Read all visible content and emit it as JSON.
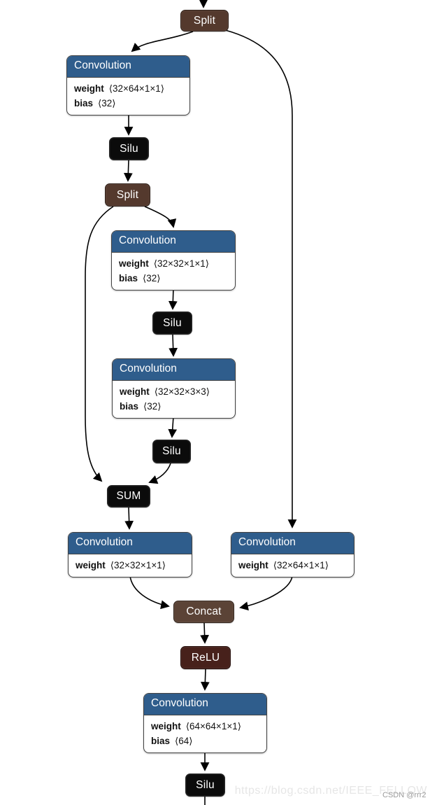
{
  "colors": {
    "conv_header": "#2f5d8c",
    "op_black": "#0b0b0b",
    "split_brown": "#54392d",
    "concat_brown": "#5b4336",
    "relu_maroon": "#47211b",
    "edge": "#000000",
    "background": "#ffffff"
  },
  "nodes": [
    {
      "id": "split-1",
      "label": "Split"
    },
    {
      "id": "conv-1",
      "label": "Convolution",
      "params": [
        {
          "name": "weight",
          "value": "⟨32×64×1×1⟩"
        },
        {
          "name": "bias",
          "value": "⟨32⟩"
        }
      ]
    },
    {
      "id": "silu-1",
      "label": "Silu"
    },
    {
      "id": "split-2",
      "label": "Split"
    },
    {
      "id": "conv-2",
      "label": "Convolution",
      "params": [
        {
          "name": "weight",
          "value": "⟨32×32×1×1⟩"
        },
        {
          "name": "bias",
          "value": "⟨32⟩"
        }
      ]
    },
    {
      "id": "silu-2",
      "label": "Silu"
    },
    {
      "id": "conv-3",
      "label": "Convolution",
      "params": [
        {
          "name": "weight",
          "value": "⟨32×32×3×3⟩"
        },
        {
          "name": "bias",
          "value": "⟨32⟩"
        }
      ]
    },
    {
      "id": "silu-3",
      "label": "Silu"
    },
    {
      "id": "sum-1",
      "label": "SUM"
    },
    {
      "id": "conv-4",
      "label": "Convolution",
      "params": [
        {
          "name": "weight",
          "value": "⟨32×32×1×1⟩"
        }
      ]
    },
    {
      "id": "conv-5",
      "label": "Convolution",
      "params": [
        {
          "name": "weight",
          "value": "⟨32×64×1×1⟩"
        }
      ]
    },
    {
      "id": "concat-1",
      "label": "Concat"
    },
    {
      "id": "relu-1",
      "label": "ReLU"
    },
    {
      "id": "conv-6",
      "label": "Convolution",
      "params": [
        {
          "name": "weight",
          "value": "⟨64×64×1×1⟩"
        },
        {
          "name": "bias",
          "value": "⟨64⟩"
        }
      ]
    },
    {
      "id": "silu-4",
      "label": "Silu"
    }
  ],
  "watermark": {
    "url_text": "https://blog.csdn.net/IEEE_FELLOW",
    "credit": "CSDN @rrr2"
  }
}
